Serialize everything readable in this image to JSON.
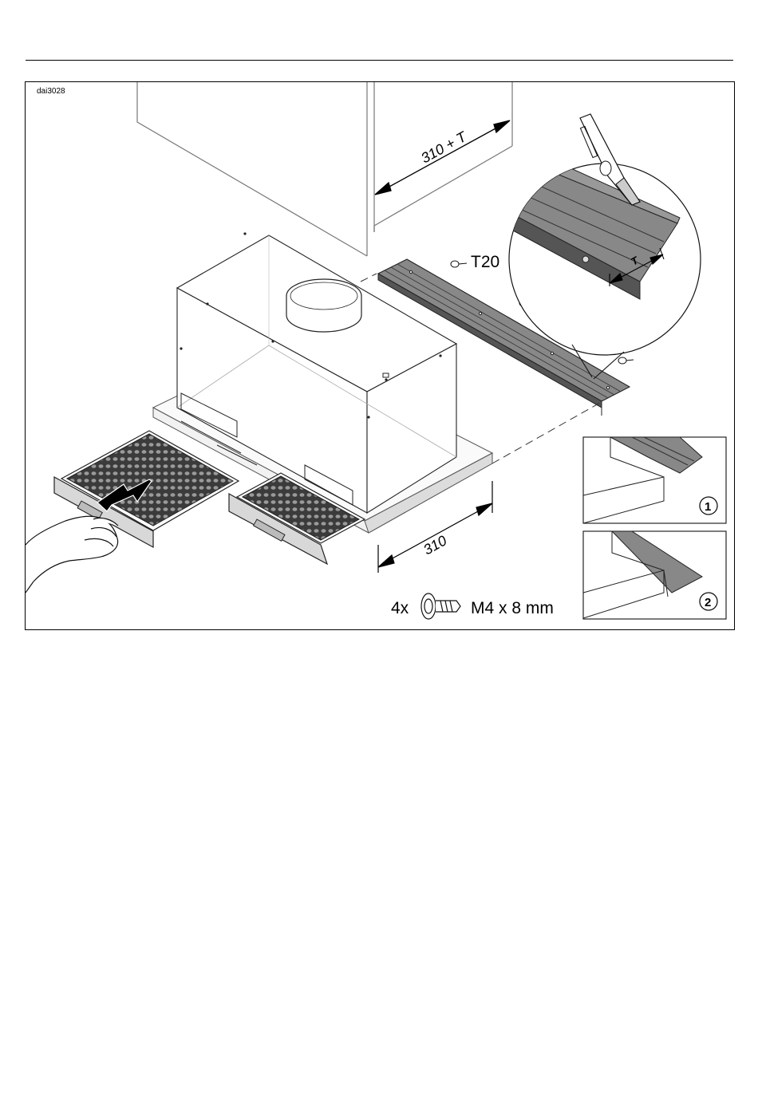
{
  "figure": {
    "id": "dai3028"
  },
  "labels": {
    "dim_top": "310 + T",
    "dim_bottom": "310",
    "dim_t": "T",
    "torx": "T20",
    "screw_qty": "4x",
    "screw_size": "M4 x 8 mm"
  },
  "steps": [
    {
      "number": "1"
    },
    {
      "number": "2"
    }
  ],
  "icons": [
    "cabinet",
    "cooker-hood",
    "grease-filter",
    "hand",
    "arrow",
    "mounting-rail",
    "screw",
    "knife",
    "detail-magnifier"
  ]
}
